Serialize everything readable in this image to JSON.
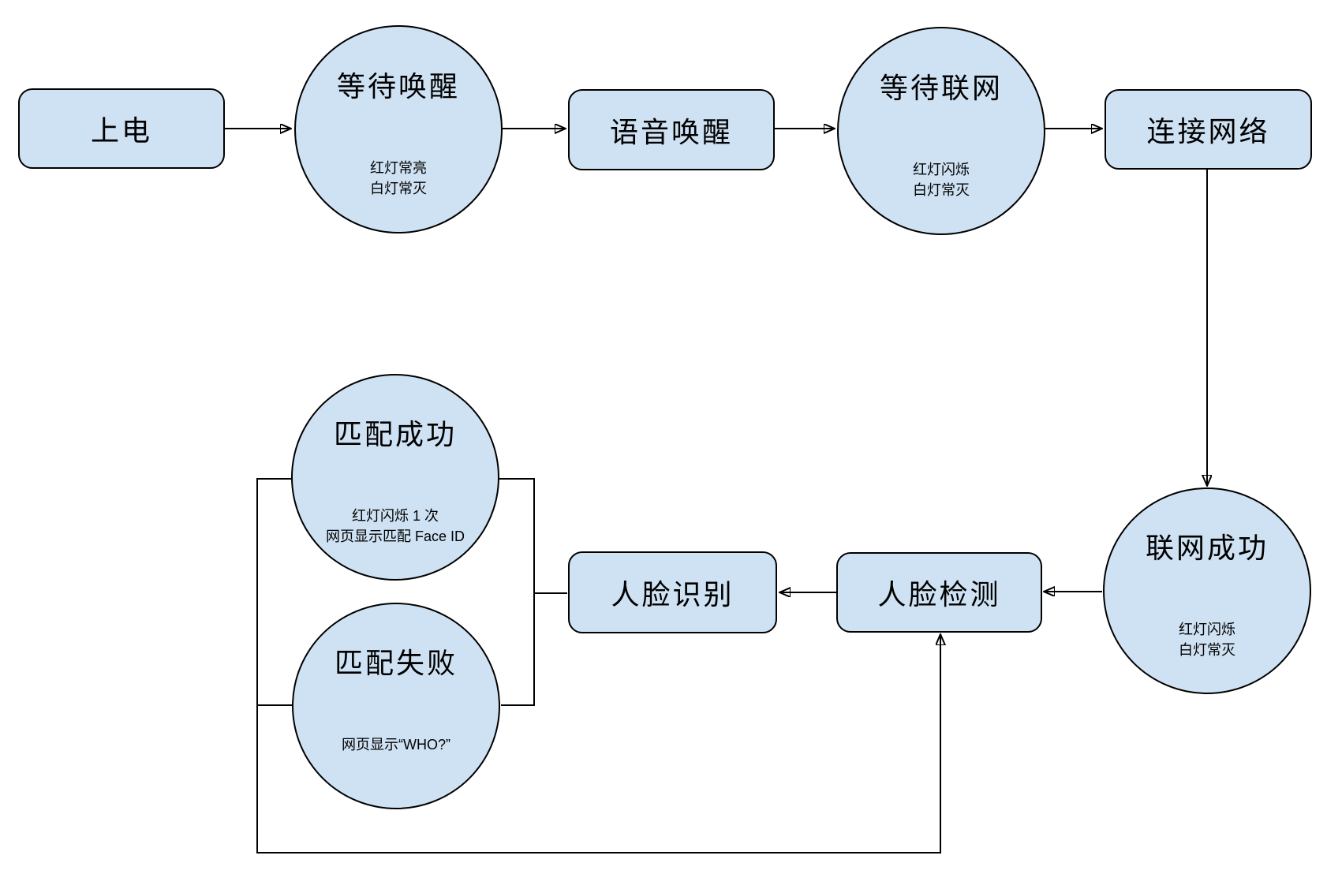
{
  "colors": {
    "node_fill": "#cfe2f3",
    "stroke": "#000000",
    "background": "#ffffff"
  },
  "nodes": {
    "power_on": {
      "label": "上电"
    },
    "wait_wake": {
      "title": "等待唤醒",
      "sub": "红灯常亮\n白灯常灭"
    },
    "voice_wake": {
      "label": "语音唤醒"
    },
    "wait_network": {
      "title": "等待联网",
      "sub": "红灯闪烁\n白灯常灭"
    },
    "connect_network": {
      "label": "连接网络"
    },
    "network_success": {
      "title": "联网成功",
      "sub": "红灯闪烁\n白灯常灭"
    },
    "face_detect": {
      "label": "人脸检测"
    },
    "face_recognize": {
      "label": "人脸识别"
    },
    "match_success": {
      "title": "匹配成功",
      "sub": "红灯闪烁 1 次\n网页显示匹配 Face ID"
    },
    "match_fail": {
      "title": "匹配失败",
      "sub": "网页显示“WHO?”"
    }
  }
}
